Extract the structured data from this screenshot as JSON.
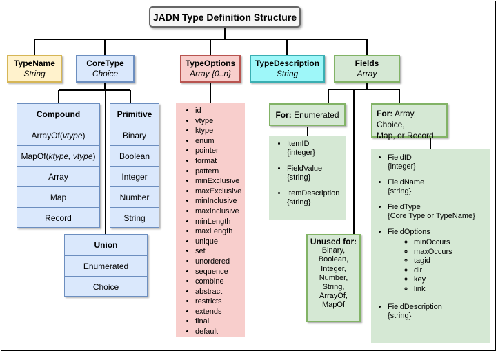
{
  "title": "JADN Type Definition Structure",
  "type_name": {
    "label": "TypeName",
    "type": "String"
  },
  "core_type": {
    "label": "CoreType",
    "type": "Choice"
  },
  "type_options": {
    "label": "TypeOptions",
    "type": "Array {0..n}"
  },
  "type_description": {
    "label": "TypeDescription",
    "type": "String"
  },
  "fields": {
    "label": "Fields",
    "type": "Array"
  },
  "compound": {
    "header": "Compound",
    "items": [
      {
        "name": "ArrayOf(",
        "args": "vtype",
        "close": ")"
      },
      {
        "name": "MapOf(",
        "args": "ktype, vtype",
        "close": ")"
      },
      {
        "name": "Array",
        "args": "",
        "close": ""
      },
      {
        "name": "Map",
        "args": "",
        "close": ""
      },
      {
        "name": "Record",
        "args": "",
        "close": ""
      }
    ]
  },
  "primitive": {
    "header": "Primitive",
    "items": [
      "Binary",
      "Boolean",
      "Integer",
      "Number",
      "String"
    ]
  },
  "union": {
    "header": "Union",
    "items": [
      "Enumerated",
      "Choice"
    ]
  },
  "options_list": [
    "id",
    "vtype",
    "ktype",
    "enum",
    "pointer",
    "format",
    "pattern",
    "minExclusive",
    "maxExclusive",
    "minInclusive",
    "maxInclusive",
    "minLength",
    "maxLength",
    "unique",
    "set",
    "unordered",
    "sequence",
    "combine",
    "abstract",
    "restricts",
    "extends",
    "final",
    "default"
  ],
  "for_enumerated": {
    "prefix": "For:",
    "text": "Enumerated"
  },
  "enumerated_items": [
    {
      "name": "ItemID",
      "type": "{integer}"
    },
    {
      "name": "FieldValue",
      "type": "{string}"
    },
    {
      "name": "ItemDescription",
      "type": "{string}"
    }
  ],
  "unused_for": {
    "header": "Unused for:",
    "items": [
      "Binary,",
      "Boolean,",
      "Integer,",
      "Number,",
      "String,",
      "ArrayOf,",
      "MapOf"
    ]
  },
  "for_array": {
    "prefix": "For:",
    "line1": "Array, Choice,",
    "line2": "Map, or Record"
  },
  "field_items": [
    {
      "name": "FieldID",
      "type": "{integer}"
    },
    {
      "name": "FieldName",
      "type": "{string}"
    },
    {
      "name": "FieldType",
      "type": "{Core Type or TypeName}"
    },
    {
      "name": "FieldOptions",
      "type": ""
    },
    {
      "name": "FieldDescription",
      "type": "{string}"
    }
  ],
  "field_options_sub": [
    "minOccurs",
    "maxOccurs",
    "tagid",
    "dir",
    "key",
    "link"
  ]
}
